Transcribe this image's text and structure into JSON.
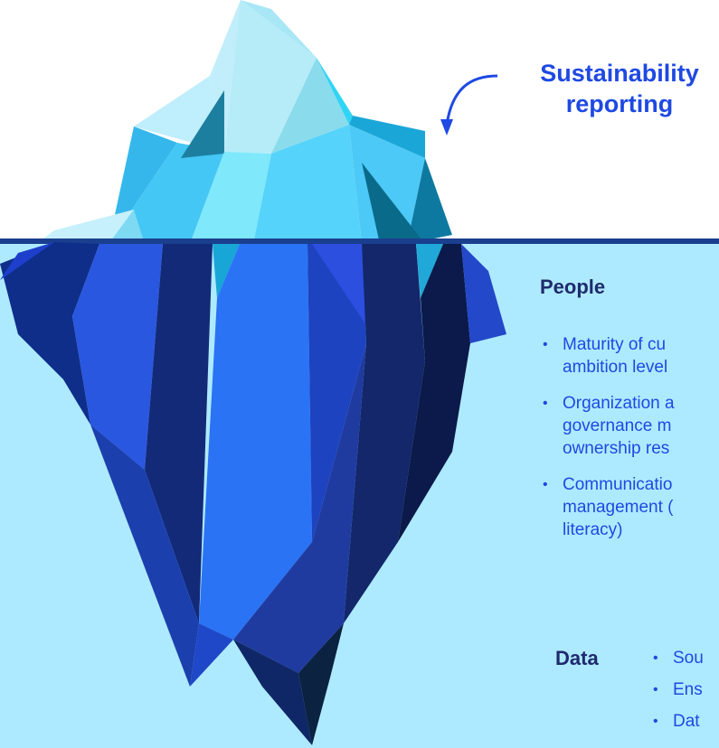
{
  "title": {
    "line1": "Sustainability",
    "line2": "reporting"
  },
  "people": {
    "heading": "People",
    "items": [
      [
        "Maturity of cu",
        "ambition level"
      ],
      [
        "Organization a",
        "governance m",
        "ownership res"
      ],
      [
        "Communicatio",
        "management (",
        "literacy)"
      ]
    ]
  },
  "data": {
    "heading": "Data",
    "items": [
      "Sou",
      "Ens",
      "Dat"
    ]
  },
  "colors": {
    "water": "#aeeaff",
    "waterline": "#1a3f8f",
    "accent": "#1e49e2",
    "heading": "#1e2a6e"
  }
}
